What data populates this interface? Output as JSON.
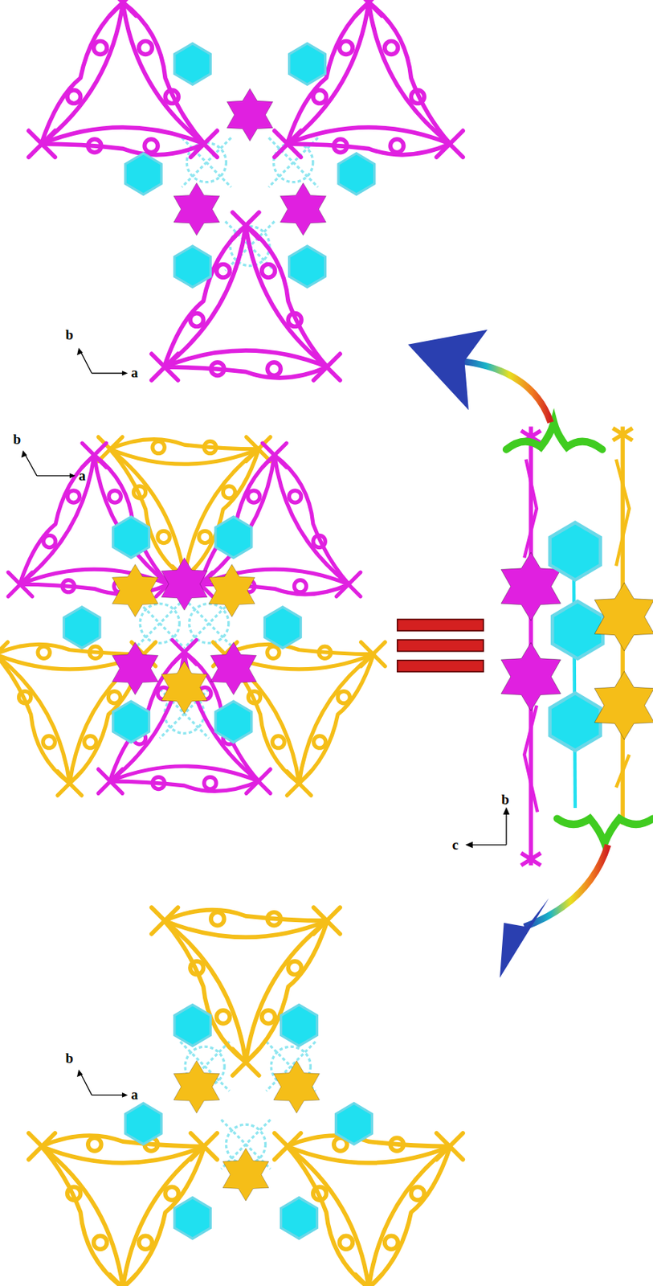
{
  "diagram": {
    "labels": [
      "b",
      "a",
      "b",
      "a",
      "b",
      "c",
      "b",
      "a"
    ]
  }
}
